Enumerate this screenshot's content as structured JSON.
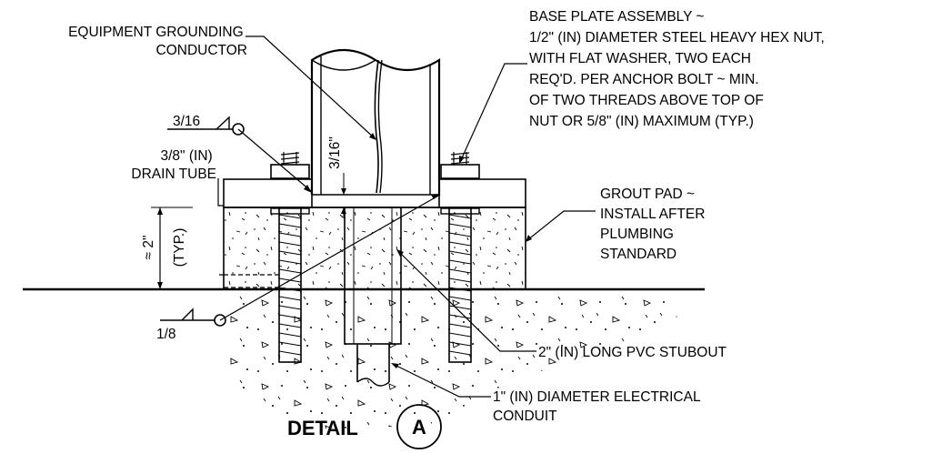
{
  "title": {
    "word": "DETAIL",
    "letter": "A"
  },
  "labels": {
    "equipment_grounding": [
      "EQUIPMENT GROUNDING",
      "CONDUCTOR"
    ],
    "base_plate": [
      "BASE PLATE ASSEMBLY ~",
      "1/2\" (IN) DIAMETER STEEL HEAVY HEX NUT,",
      "WITH FLAT WASHER, TWO EACH",
      "REQ'D. PER ANCHOR BOLT ~ MIN.",
      "OF TWO THREADS ABOVE TOP OF",
      "NUT OR 5/8\" (IN) MAXIMUM (TYP.)"
    ],
    "drain_tube": [
      "3/8\" (IN)",
      "DRAIN TUBE"
    ],
    "grout_pad": [
      "GROUT PAD ~",
      "INSTALL AFTER",
      "PLUMBING",
      " STANDARD"
    ],
    "pvc_stubout": "2\" (IN) LONG PVC STUBOUT",
    "electrical_conduit": [
      "1\" (IN) DIAMETER ELECTRICAL",
      "CONDUIT"
    ],
    "weld_top": "3/16",
    "weld_bottom": "1/8",
    "gap_dim": "3/16\"",
    "height_dim": "≈ 2\"",
    "height_dim_typ": "(TYP.)"
  }
}
